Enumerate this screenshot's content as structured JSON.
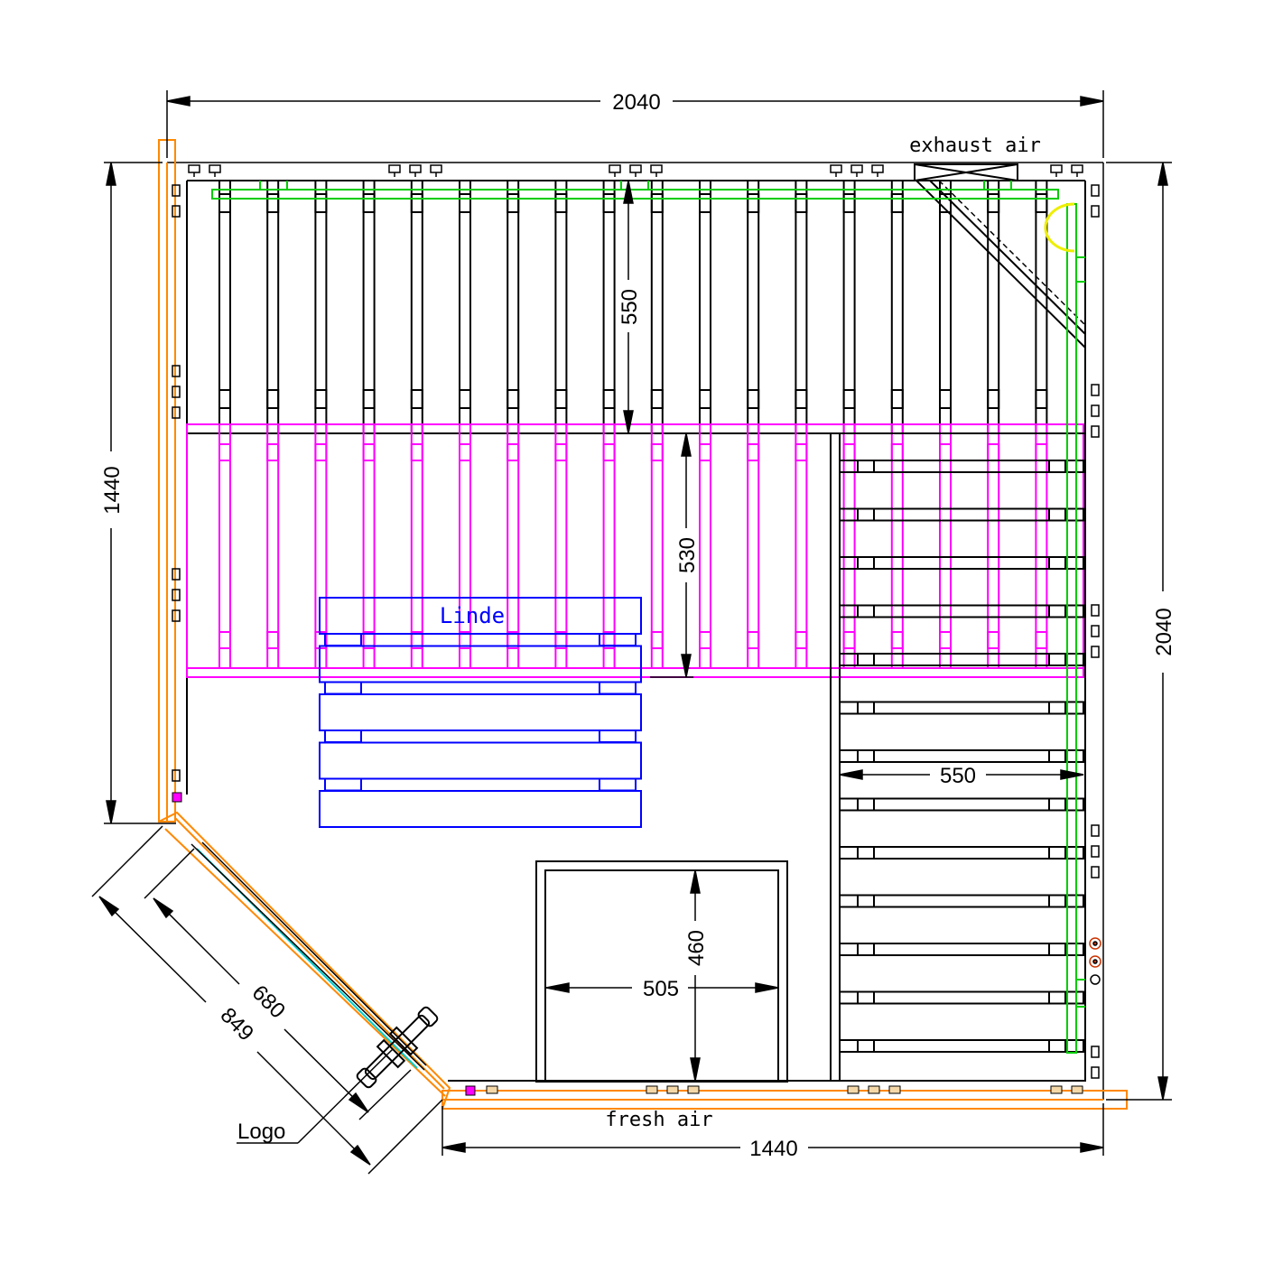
{
  "dimensions": {
    "top_width": "2040",
    "right_height": "2040",
    "left_height": "1440",
    "bottom_width": "1440",
    "upper_bench_depth": "550",
    "lower_bench_depth": "530",
    "side_bench_width": "550",
    "heater_width": "505",
    "heater_depth": "460",
    "door_inner": "680",
    "door_outer": "849"
  },
  "labels": {
    "exhaust_air": "exhaust air",
    "fresh_air": "fresh air",
    "wood_type": "Linde",
    "logo": "Logo"
  },
  "colors": {
    "lines": "#000000",
    "lower_bench": "#ff00ff",
    "lighting": "#00cc00",
    "wall_panels": "#ff8800",
    "backrest": "#0000ff",
    "glass": "#00cccc",
    "lamp": "#eeee00"
  }
}
